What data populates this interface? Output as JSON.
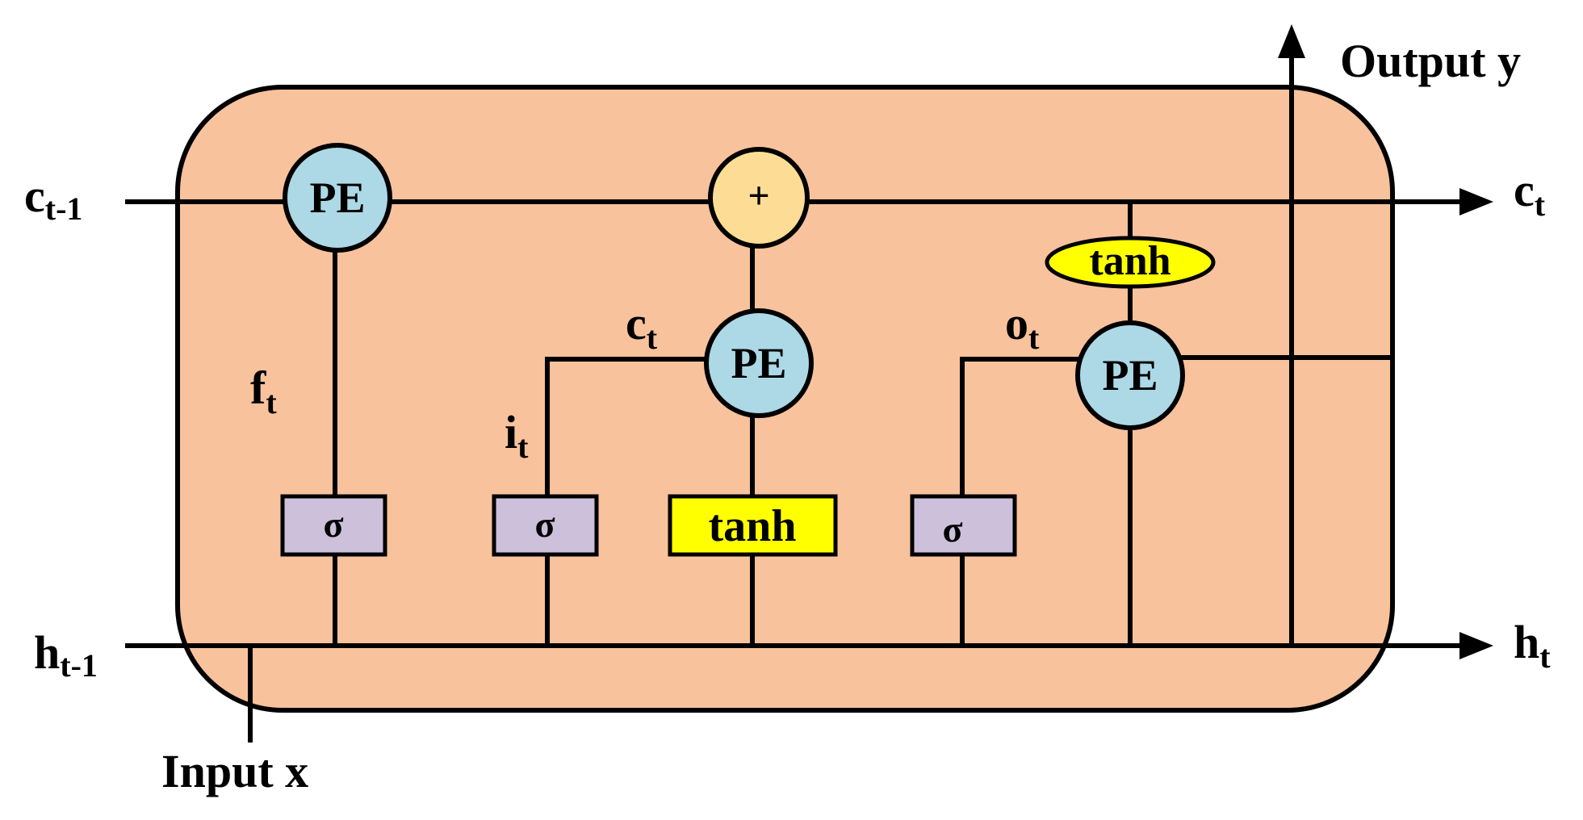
{
  "diagram": {
    "labels": {
      "c_prev": {
        "base": "c",
        "sub": "t-1"
      },
      "h_prev": {
        "base": "h",
        "sub": "t-1"
      },
      "c_next": {
        "base": "c",
        "sub": "t"
      },
      "h_next": {
        "base": "h",
        "sub": "t"
      },
      "output": "Output y",
      "input": "Input x",
      "forget_gate": {
        "base": "f",
        "sub": "t"
      },
      "input_gate": {
        "base": "i",
        "sub": "t"
      },
      "candidate": {
        "base": "c",
        "sub": "t"
      },
      "output_gate": {
        "base": "o",
        "sub": "t"
      }
    },
    "nodes": {
      "pe_forget": "PE",
      "pe_input": "PE",
      "pe_output": "PE",
      "add": "+",
      "sigma_forget": "σ",
      "sigma_input": "σ",
      "sigma_output": "σ",
      "tanh_candidate": "tanh",
      "tanh_cell": "tanh"
    },
    "colors": {
      "cell_fill": "#F8C29C",
      "pe_fill": "#ADD8E6",
      "add_fill": "#FDDD95",
      "sigma_fill": "#CCC0DA",
      "tanh_fill": "#FFFF00",
      "line": "#000000"
    }
  }
}
